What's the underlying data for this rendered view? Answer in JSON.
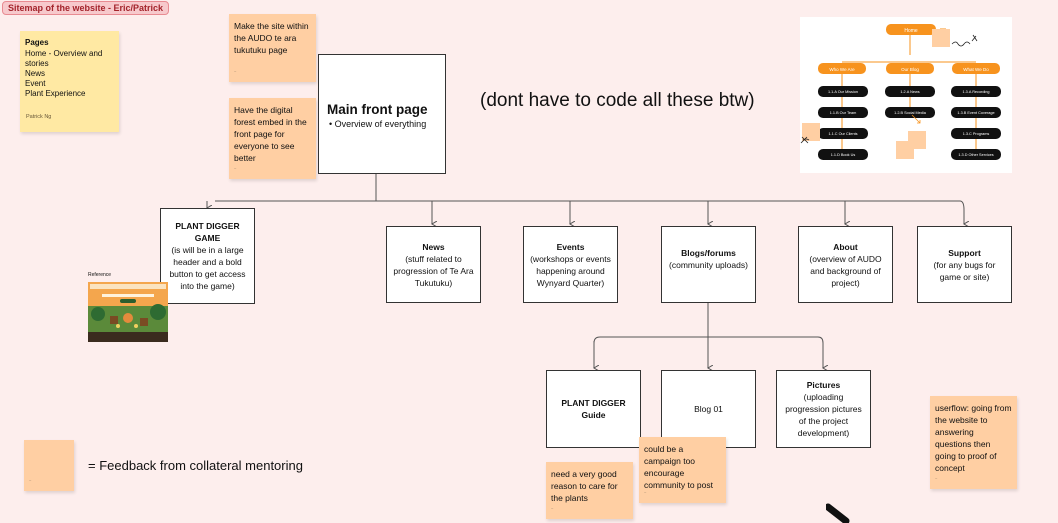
{
  "frame_label": "Sitemap of the website - Eric/Patrick",
  "pages_note": {
    "title": "Pages",
    "lines": [
      "Home - Overview and stories",
      "News",
      "Event",
      "Plant Experience"
    ],
    "author": "Patrick Ng"
  },
  "feedback_notes": {
    "site_within": "Make the site within the AUDO te ara tukutuku page",
    "digital_forest": "Have the digital forest embed in the front page for everyone to see better",
    "good_reason": "need a very good reason to care for the plants",
    "campaign": "could be a campaign too encourage community to post",
    "userflow": "userflow: going from the website to answering questions then going to proof of concept"
  },
  "main_page": {
    "title": "Main front page",
    "bullet": "Overview of everything"
  },
  "note_text": "(dont have to code all these btw)",
  "legend_text": "= Feedback from collateral mentoring",
  "reference_label": "Reference",
  "nodes": {
    "plant_digger_game": {
      "title": "PLANT DIGGER GAME",
      "desc": "(is will be in a large header and a bold button to get access into the game)"
    },
    "news": {
      "title": "News",
      "desc": "(stuff related to progression of Te Ara Tukutuku)"
    },
    "events": {
      "title": "Events",
      "desc": "(workshops or events happening around Wynyard Quarter)"
    },
    "blogs": {
      "title": "Blogs/forums",
      "desc": "(community uploads)"
    },
    "about": {
      "title": "About",
      "desc": "(overview of AUDO and background of project)"
    },
    "support": {
      "title": "Support",
      "desc": "(for any bugs for game or site)"
    },
    "guide": {
      "title": "PLANT DIGGER Guide",
      "desc": ""
    },
    "blog01": {
      "title": "",
      "desc": "Blog 01"
    },
    "pictures": {
      "title": "Pictures",
      "desc": "(uploading progression pictures of the project development)"
    }
  },
  "mini_sitemap": {
    "home": "Home",
    "columns": [
      {
        "head": "Who We Are",
        "items": [
          "1.1.A Our Mission",
          "1.1.B Our Team",
          "1.1.C Our Clients",
          "1.1.D Book Us"
        ]
      },
      {
        "head": "Our Blog",
        "items": [
          "1.2.A News",
          "1.2.B Social Media"
        ]
      },
      {
        "head": "What We Do",
        "items": [
          "1.3.A Recording",
          "1.3.B Event Coverage",
          "1.3.C Programs",
          "1.3.D Other Services"
        ]
      }
    ]
  },
  "colors": {
    "background": "#fdeeed",
    "sticky_yellow": "#ffe9a3",
    "sticky_peach": "#ffcfa3",
    "sitemap_orange": "#f7931e"
  }
}
